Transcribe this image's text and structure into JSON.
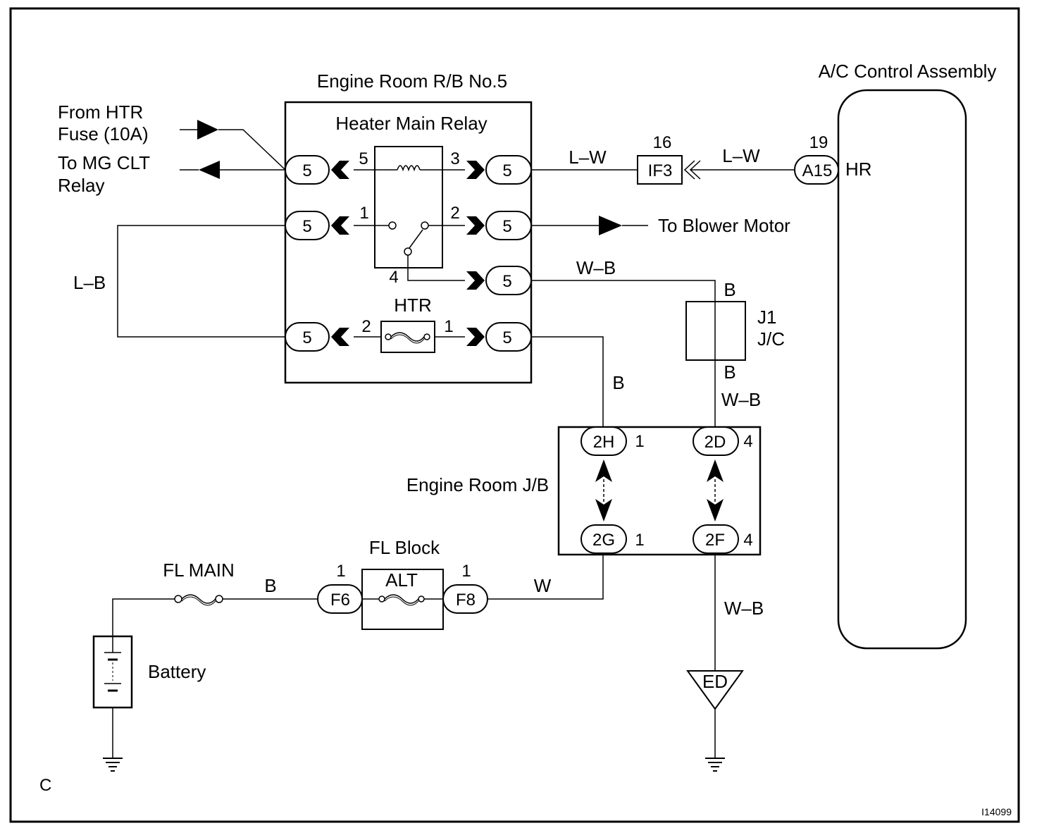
{
  "relay_box": {
    "title": "Engine Room R/B No.5",
    "relay_name": "Heater Main Relay",
    "fuse_name": "HTR",
    "connector": "5",
    "relay_pins": [
      "5",
      "3",
      "1",
      "2",
      "4"
    ],
    "fuse_pins": [
      "2",
      "1"
    ]
  },
  "left_labels": {
    "from_line1": "From HTR",
    "from_line2": "Fuse (10A)",
    "to_line1": "To MG CLT",
    "to_line2": "Relay"
  },
  "wires": {
    "lw_left": "L–W",
    "lw_right": "L–W",
    "lb": "L–B",
    "wb_top": "W–B",
    "b_htr": "B",
    "wb_jc": "W–B",
    "b_battery": "B",
    "w_alt": "W",
    "wb_ground": "W–B"
  },
  "blower": {
    "label": "To Blower Motor"
  },
  "ac_control": {
    "title": "A/C Control Assembly",
    "pin": "19",
    "connector": "A15",
    "terminal": "HR"
  },
  "if3": {
    "pin": "16",
    "name": "IF3"
  },
  "jc": {
    "name_line1": "J1",
    "name_line2": "J/C",
    "top": "B",
    "bottom": "B"
  },
  "jb": {
    "name": "Engine Room J/B",
    "c2h": "2H",
    "c2h_pin": "1",
    "c2d": "2D",
    "c2d_pin": "4",
    "c2g": "2G",
    "c2g_pin": "1",
    "c2f": "2F",
    "c2f_pin": "4"
  },
  "fl_block": {
    "name": "FL Block",
    "fuse": "ALT",
    "f6": "F6",
    "f6_pin": "1",
    "f8": "F8",
    "f8_pin": "1"
  },
  "fl_main": {
    "label": "FL MAIN"
  },
  "battery": {
    "label": "Battery"
  },
  "ground_point": {
    "label": "ED"
  },
  "corner_letter": "C",
  "figure_id": "I14099"
}
